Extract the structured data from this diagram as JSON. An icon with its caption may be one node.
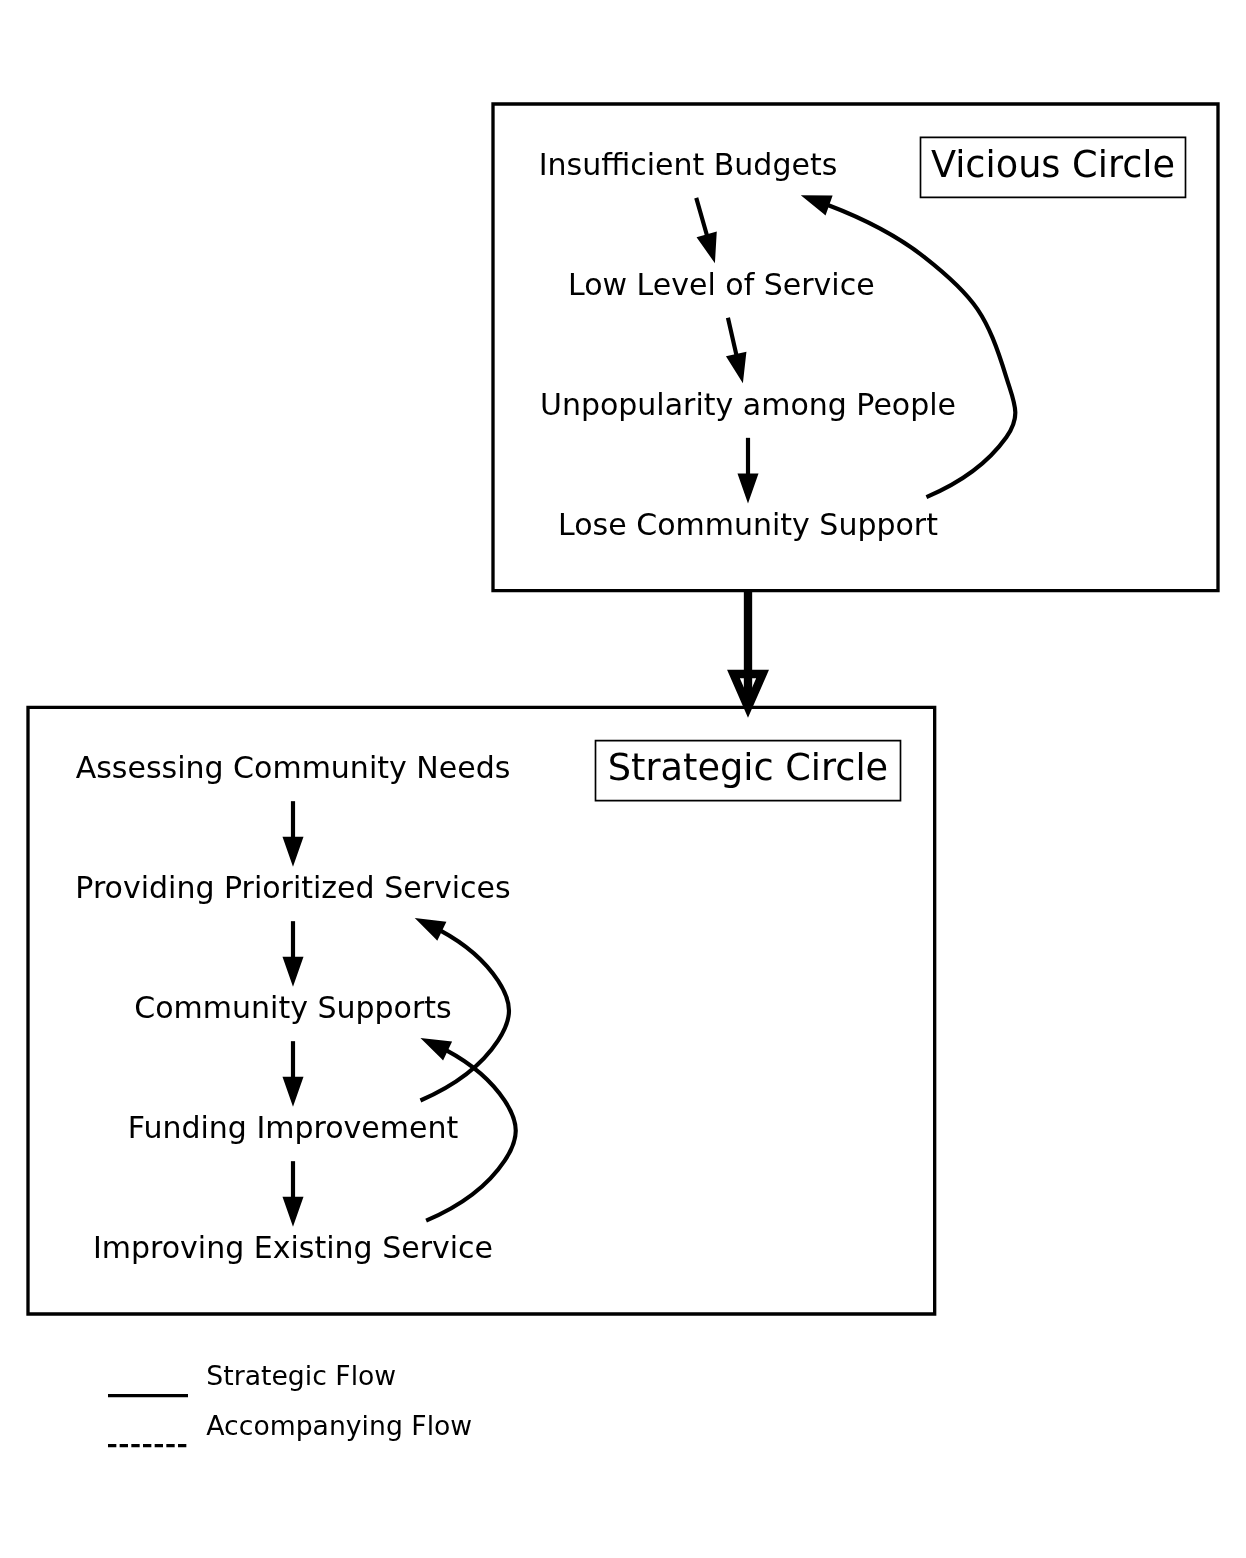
{
  "diagram": {
    "nodes": [
      {
        "text": [],
        "shape": "box"
      },
      {
        "text": [
          "Vicious Circle"
        ],
        "in": 0
      },
      {
        "text": [
          "Insufficient Budgets"
        ],
        "in": 0
      },
      {
        "text": [
          "Low Level of Service"
        ],
        "in": 0
      },
      {
        "text": [
          "Unpopularity among People"
        ],
        "in": 0
      },
      {
        "text": [
          "Lose Community Support"
        ],
        "in": 0
      },
      {
        "text": [],
        "shape": "box"
      },
      {
        "text": [
          "Strategic Circle"
        ],
        "in": 6
      },
      {
        "text": [
          "Assessing Community Needs"
        ],
        "in": 6
      },
      {
        "text": [
          "Providing Prioritized Services"
        ],
        "in": 6
      },
      {
        "text": [
          "Community Supports"
        ],
        "in": 6
      },
      {
        "text": [
          "Funding Improvement"
        ],
        "in": 6
      },
      {
        "text": [
          "Improving Existing Service"
        ],
        "in": 6
      }
    ],
    "edges": [
      {
        "from": 2,
        "to": 3,
        "arrow": "to"
      },
      {
        "from": 3,
        "to": 4,
        "arrow": "to"
      },
      {
        "from": 4,
        "to": 5,
        "arrow": "to"
      },
      {
        "from": 5,
        "to": 2,
        "arrow": "to"
      },
      {
        "from": 0,
        "to": 6,
        "arrow": "to",
        "style": "thick"
      },
      {
        "from": 8,
        "to": 9,
        "arrow": "to"
      },
      {
        "from": 9,
        "to": 10,
        "arrow": "to"
      },
      {
        "from": 10,
        "to": 11,
        "arrow": "to"
      },
      {
        "from": 11,
        "to": 12,
        "arrow": "to"
      },
      {
        "from": 12,
        "to": 10,
        "arrow": "to"
      },
      {
        "from": 11,
        "to": 9,
        "arrow": "to"
      }
    ],
    "legend": [
      {
        "text": "Strategic Flow"
      },
      {
        "text": "Accompanying Flow"
      }
    ]
  }
}
